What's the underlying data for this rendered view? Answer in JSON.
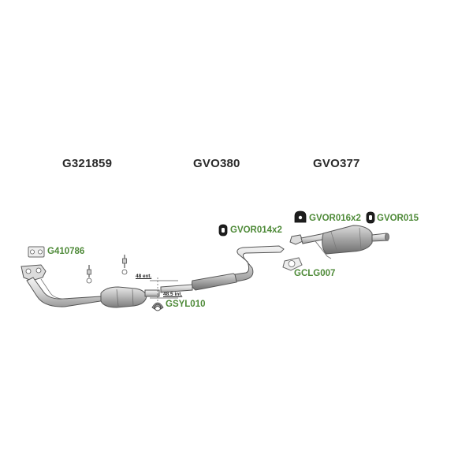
{
  "main_parts": {
    "front_pipe": "G321859",
    "middle_silencer": "GVO380",
    "rear_silencer": "GVO377"
  },
  "accessories": {
    "gasket_front": "G410786",
    "clamp": "GSYL010",
    "rubber_middle": "GVOR014x2",
    "gasket_rear": "GCLG007",
    "rubber_rear_a": "GVOR016x2",
    "rubber_rear_b": "GVOR015"
  },
  "dimensions": {
    "ext": "48 ext.",
    "int": "48.5 int."
  },
  "colors": {
    "label_green": "#4e8a38",
    "label_dark": "#2a2a2a",
    "pipe_fill": "#e4e4e4",
    "pipe_stroke": "#555555",
    "silencer_fill": "#bdbdbd"
  }
}
